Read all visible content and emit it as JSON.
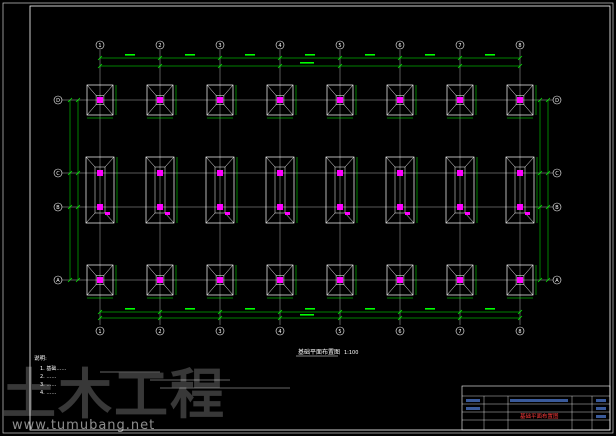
{
  "drawing": {
    "title": "基础平面布置图",
    "scale": "1:100",
    "colors": {
      "background": "#000000",
      "grid": "#ffffff",
      "dimension": "#00ff00",
      "column": "#ff00ff",
      "footing": "#ffffff",
      "titleblock_text": "#ff3b3b"
    },
    "axes_top": [
      "1",
      "2",
      "3",
      "4",
      "5",
      "6",
      "7",
      "8"
    ],
    "axes_left": [
      "D",
      "C",
      "B",
      "A"
    ],
    "notes_title": "说明:",
    "notes": [
      "1. 基础……",
      "2. ……",
      "3. ……",
      "4. ……"
    ]
  },
  "title_block": {
    "drawing_name": "基础平面布置图"
  },
  "watermark": {
    "main": "土木工程",
    "url": "www.tumubang.net"
  }
}
